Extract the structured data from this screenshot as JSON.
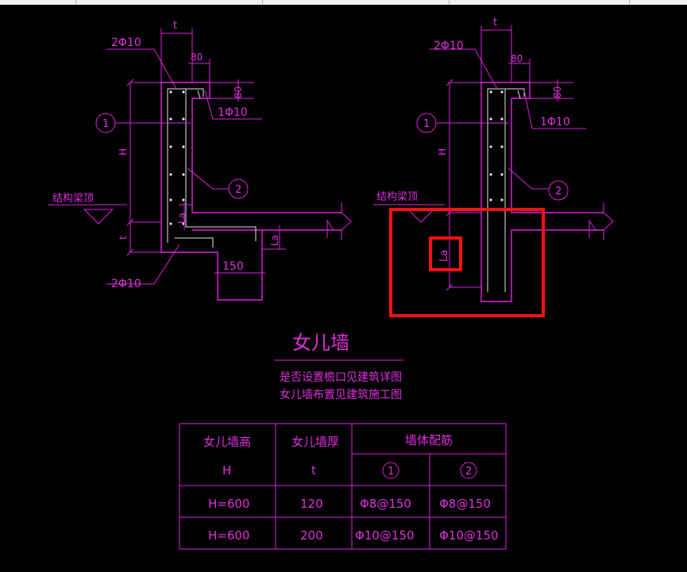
{
  "drawing": {
    "left_detail": {
      "label_top_rebar": "2Φ10",
      "label_thickness": "t",
      "label_80_top": "80",
      "label_80_side": "80",
      "label_1phi10": "1Φ10",
      "label_circle_1": "1",
      "label_circle_2": "2",
      "label_H": "H",
      "label_t_lower": "t",
      "label_beam_top": "结构梁顶",
      "label_La_1": "La",
      "label_La_2": "La",
      "label_150": "150",
      "label_bottom_rebar": "2Φ10"
    },
    "right_detail": {
      "label_top_rebar": "2Φ10",
      "label_thickness": "t",
      "label_80_top": "80",
      "label_80_side": "80",
      "label_1phi10": "1Φ10",
      "label_circle_1": "1",
      "label_circle_2": "2",
      "label_H": "H",
      "label_beam_top": "结构梁顶",
      "label_La": "La"
    },
    "title": "女儿墙",
    "notes": [
      "是否设置檐口见建筑详图",
      "女儿墙布置见建筑施工图"
    ]
  },
  "table": {
    "headers": {
      "height": "女儿墙高",
      "height_sym": "H",
      "thickness": "女儿墙厚",
      "thickness_sym": "t",
      "rebar": "墙体配筋",
      "rebar_1": "1",
      "rebar_2": "2"
    },
    "rows": [
      {
        "H": "H=600",
        "t": "120",
        "r1": "Φ8@150",
        "r2": "Φ8@150"
      },
      {
        "H": "H=600",
        "t": "200",
        "r1": "Φ10@150",
        "r2": "Φ10@150"
      }
    ]
  },
  "colors": {
    "background": "#000000",
    "line": "#e020e0",
    "rebar": "#e8e8e8",
    "highlight": "#ff1010"
  }
}
